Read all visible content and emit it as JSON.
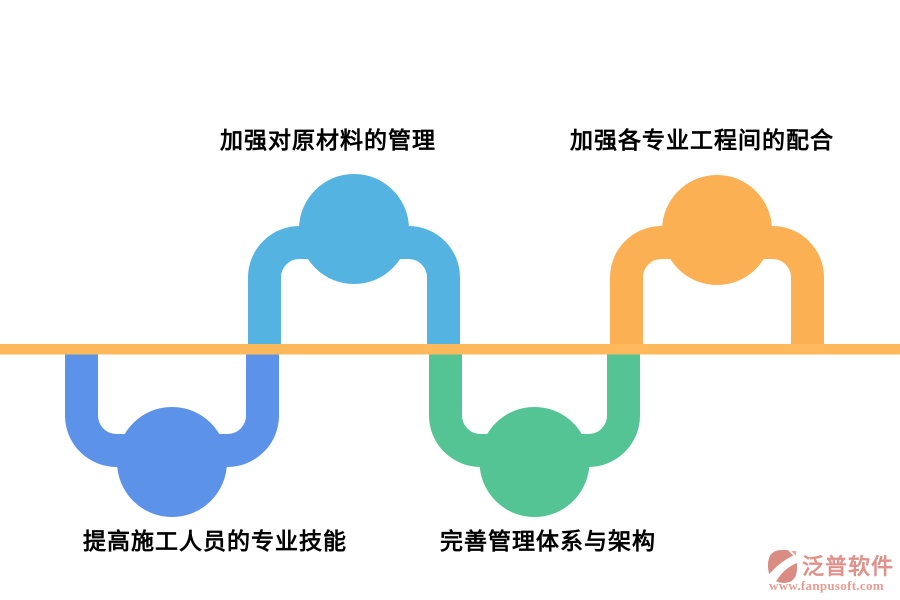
{
  "diagram": {
    "baseline_color": "#FDB95C",
    "label_color": "#000000",
    "steps": [
      {
        "label": "提高施工人员的专业技能",
        "position": "below-left",
        "color": "#5C92E8"
      },
      {
        "label": "加强对原材料的管理",
        "position": "above-left",
        "color": "#55B3E2"
      },
      {
        "label": "完善管理体系与架构",
        "position": "below-right",
        "color": "#54C494"
      },
      {
        "label": "加强各专业工程间的配合",
        "position": "above-right",
        "color": "#FBB054"
      }
    ]
  },
  "watermark": {
    "brand": "泛普软件",
    "url": "www.fanpusoft.com",
    "brand_color": "#E0918A",
    "url_color": "#EA9C90",
    "icon": "fanpu-swoosh-icon",
    "icon_dark_color": "#D98C82",
    "icon_light_color": "#EBA79C"
  }
}
